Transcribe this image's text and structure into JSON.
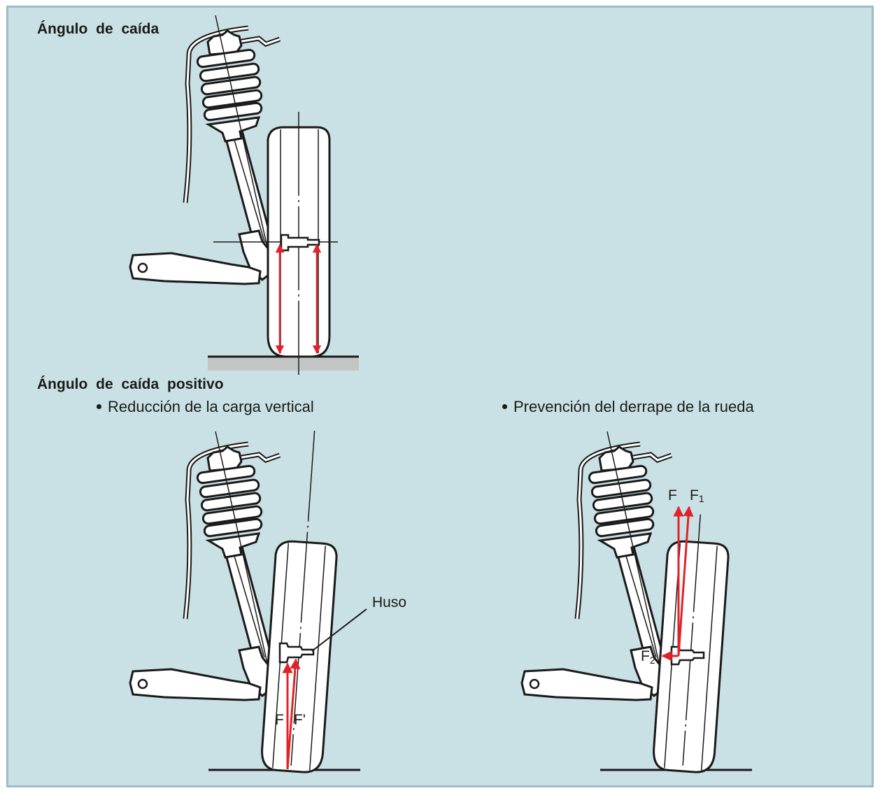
{
  "diagram": {
    "title_top": "Ángulo de caída",
    "title_bottom": "Ángulo de caída positivo",
    "bullets": [
      "Reducción de la carga vertical",
      "Prevención del derrape de la rueda"
    ],
    "labels": {
      "huso": "Huso",
      "f": "F",
      "f_prime": "F'",
      "f1_main": "F",
      "f1_sub": "1",
      "f2_main": "F",
      "f2_sub": "2",
      "f_right": "F"
    },
    "colors": {
      "background": "#c9e1e4",
      "border": "#9fbccb",
      "force_arrow": "#e0232b",
      "line": "#1a1a1a",
      "ground": "#c4c6c6"
    }
  }
}
